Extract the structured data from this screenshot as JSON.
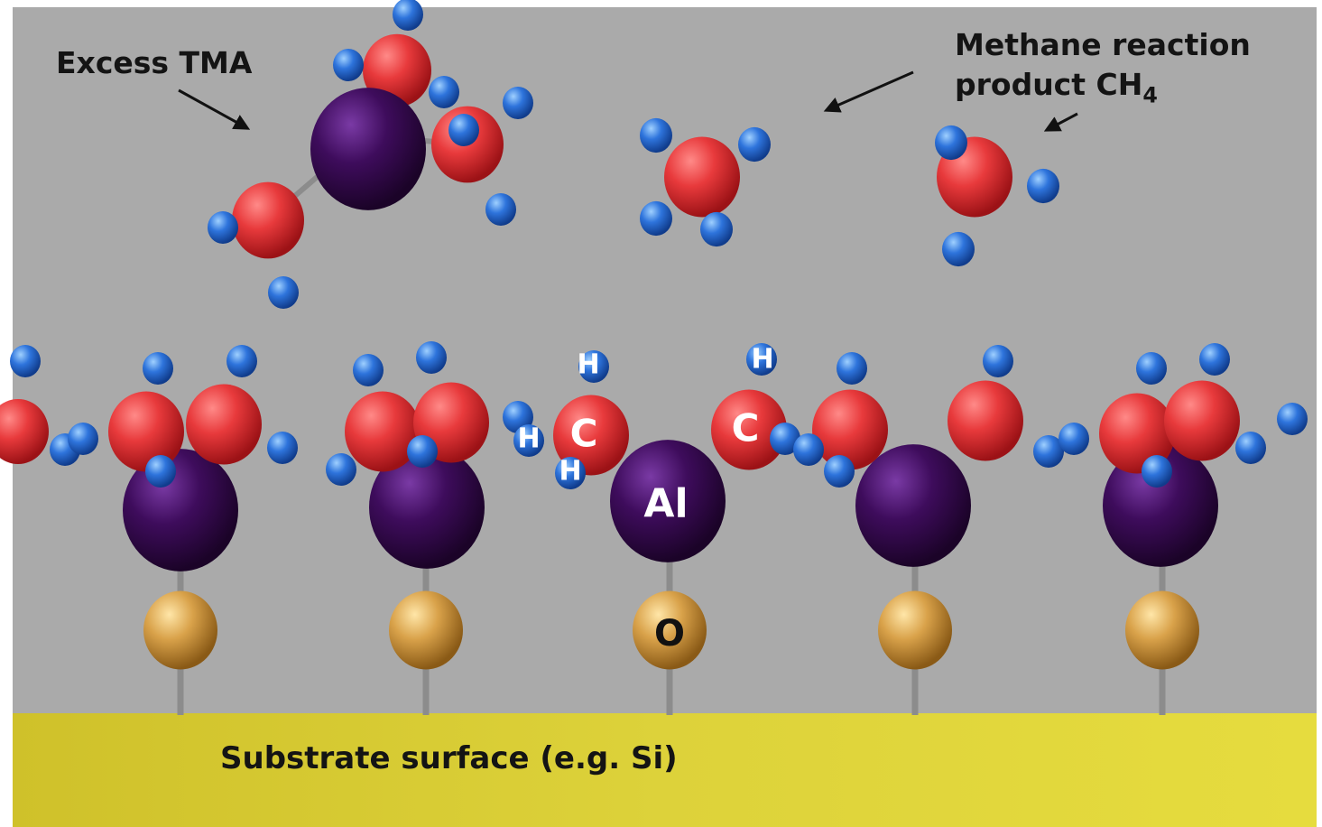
{
  "labels": {
    "excess": "Excess TMA",
    "methane_line1": "Methane reaction",
    "methane_line2_prefix": "product CH",
    "methane_subscript": "4",
    "substrate": "Substrate surface (e.g. Si)"
  },
  "atom_letters": {
    "hydrogen": "H",
    "carbon": "C",
    "aluminum": "Al",
    "oxygen": "O"
  },
  "colors": {
    "background": "#a9a9a9",
    "substrate": "#e2d53a",
    "aluminum": "#3a0a55",
    "carbon": "#e63538",
    "hydrogen": "#2a6fd6",
    "oxygen": "#d9a247"
  }
}
